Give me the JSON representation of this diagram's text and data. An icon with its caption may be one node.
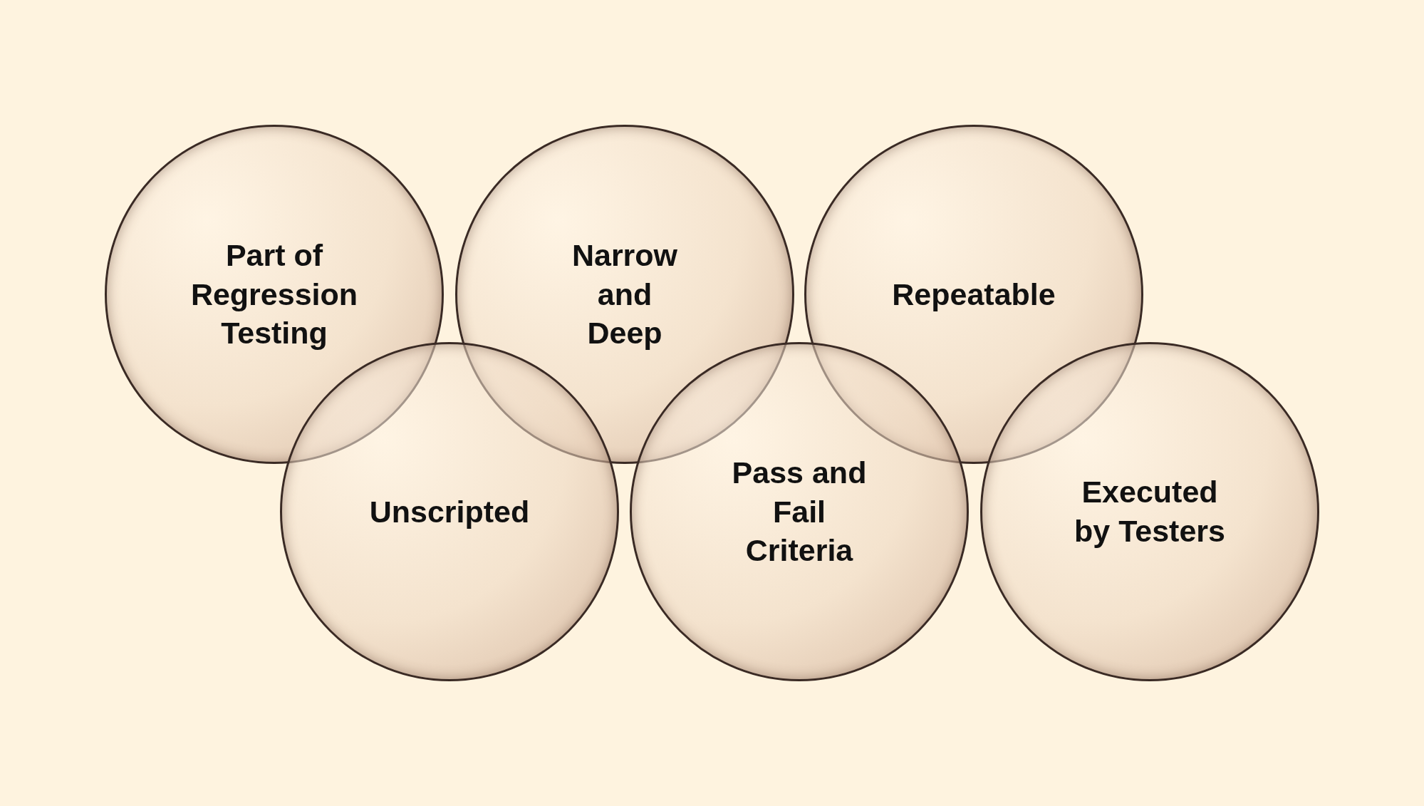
{
  "diagram": {
    "nodes": [
      {
        "text": [
          "Part of Regression Testing"
        ]
      },
      {
        "text": [
          "Narrow and Deep"
        ]
      },
      {
        "text": [
          "Repeatable"
        ]
      },
      {
        "text": [
          "Unscripted"
        ]
      },
      {
        "text": [
          "Pass and Fail Criteria"
        ]
      },
      {
        "text": [
          "Executed by Testers"
        ]
      }
    ]
  }
}
